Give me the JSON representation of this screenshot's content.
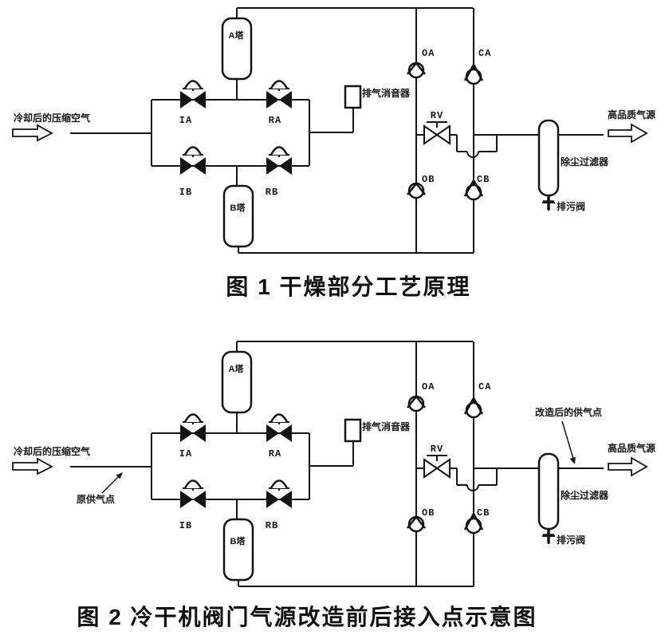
{
  "page": {
    "background": "#ffffff",
    "ink": "#141414"
  },
  "figures": {
    "fig1": {
      "caption": "图 1 干燥部分工艺原理",
      "labels": {
        "inlet": "冷却后的压缩空气",
        "outlet": "高品质气源",
        "tower_a": "A塔",
        "tower_b": "B塔",
        "valve_ia": "IA",
        "valve_ra": "RA",
        "valve_ib": "IB",
        "valve_rb": "RB",
        "valve_rv": "RV",
        "check_oa": "OA",
        "check_ca": "CA",
        "check_ob": "OB",
        "check_cb": "CB",
        "silencer": "排气消音器",
        "filter": "除尘过滤器",
        "drain": "排污阀"
      }
    },
    "fig2": {
      "caption": "图 2 冷干机阀门气源改造前后接入点示意图",
      "labels": {
        "inlet": "冷却后的压缩空气",
        "outlet": "高品质气源",
        "tower_a": "A塔",
        "tower_b": "B塔",
        "valve_ia": "IA",
        "valve_ra": "RA",
        "valve_ib": "IB",
        "valve_rb": "RB",
        "valve_rv": "RV",
        "check_oa": "OA",
        "check_ca": "CA",
        "check_ob": "OB",
        "check_cb": "CB",
        "silencer": "排气消音器",
        "filter": "除尘过滤器",
        "drain": "排污阀",
        "original_point": "原供气点",
        "modified_point": "改造后的供气点"
      }
    }
  }
}
